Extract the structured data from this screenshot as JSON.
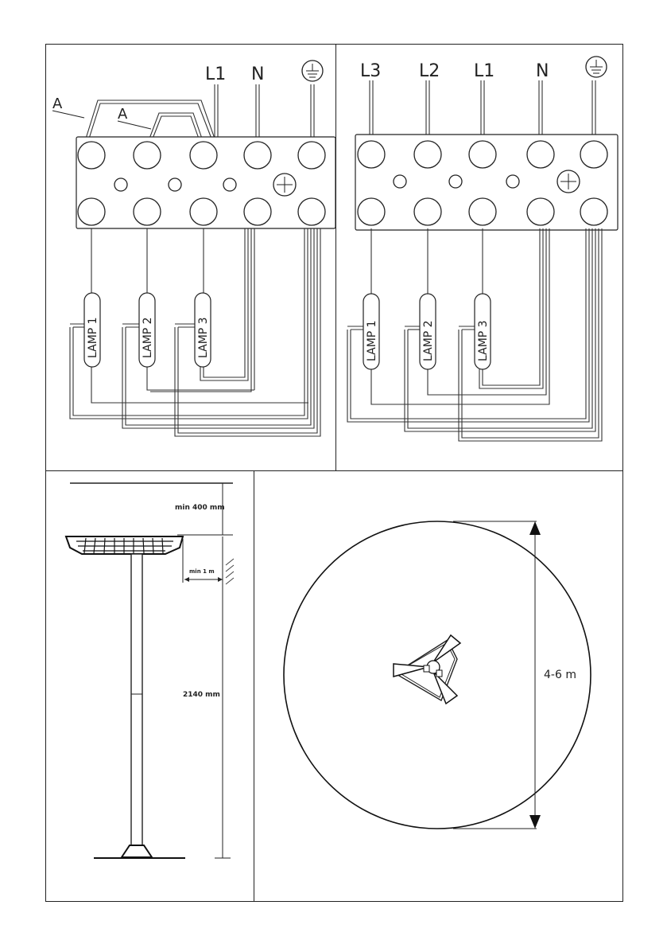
{
  "wiring_single_phase": {
    "supply_labels": [
      "L1",
      "N"
    ],
    "bridge_label": "A",
    "lamps": [
      "LAMP 1",
      "LAMP 2",
      "LAMP 3"
    ],
    "earth_symbol": "earth-icon"
  },
  "wiring_three_phase": {
    "supply_labels": [
      "L3",
      "L2",
      "L1",
      "N"
    ],
    "lamps": [
      "LAMP 1",
      "LAMP 2",
      "LAMP 3"
    ],
    "earth_symbol": "earth-icon"
  },
  "side_view": {
    "ceiling_clearance": "min 400 mm",
    "wall_clearance": "min 1 m",
    "height": "2140 mm"
  },
  "top_view": {
    "diameter": "4-6 m"
  }
}
